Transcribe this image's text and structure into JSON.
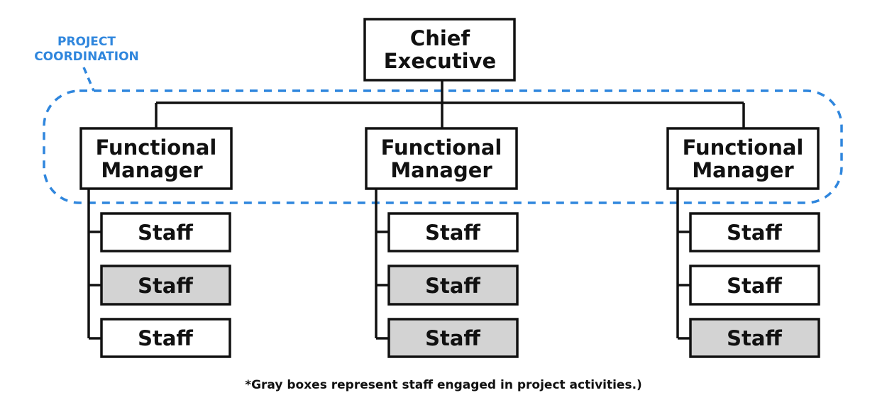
{
  "diagram": {
    "chief": {
      "line1": "Chief",
      "line2": "Executive"
    },
    "coordination_label": {
      "line1": "PROJECT",
      "line2": "COORDINATION"
    },
    "columns": [
      {
        "manager": {
          "line1": "Functional",
          "line2": "Manager"
        },
        "staff": [
          {
            "label": "Staff",
            "engaged": false
          },
          {
            "label": "Staff",
            "engaged": true
          },
          {
            "label": "Staff",
            "engaged": false
          }
        ]
      },
      {
        "manager": {
          "line1": "Functional",
          "line2": "Manager"
        },
        "staff": [
          {
            "label": "Staff",
            "engaged": false
          },
          {
            "label": "Staff",
            "engaged": true
          },
          {
            "label": "Staff",
            "engaged": true
          }
        ]
      },
      {
        "manager": {
          "line1": "Functional",
          "line2": "Manager"
        },
        "staff": [
          {
            "label": "Staff",
            "engaged": false
          },
          {
            "label": "Staff",
            "engaged": false
          },
          {
            "label": "Staff",
            "engaged": true
          }
        ]
      }
    ],
    "footnote": "*Gray boxes represent staff engaged in project activities.)",
    "colors": {
      "line": "#111111",
      "coordination": "#2f86dd",
      "engaged_fill": "#d3d3d3",
      "box_fill": "#ffffff"
    }
  }
}
